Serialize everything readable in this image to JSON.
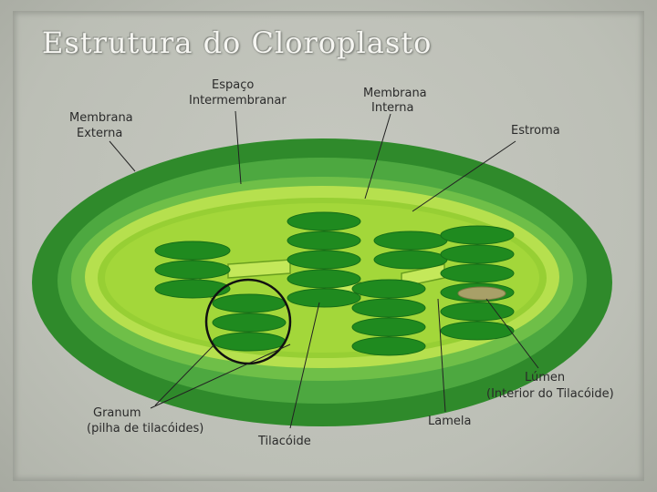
{
  "title": "Estrutura do Cloroplasto",
  "labels": {
    "espaco_line1": "Espaço",
    "espaco_line2": "Intermembranar",
    "membrana_interna_line1": "Membrana",
    "membrana_interna_line2": "Interna",
    "membrana_externa_line1": "Membrana",
    "membrana_externa_line2": "Externa",
    "estroma": "Estroma",
    "lumen_line1": "Lúmen",
    "lumen_line2": "(Interior do Tilacóide)",
    "granum_line1": "Granum",
    "granum_line2": "(pilha de tilacóides)",
    "lamela": "Lamela",
    "tilacoide": "Tilacóide"
  },
  "colors": {
    "outer_membrane": "#2f8a2b",
    "intermembrane": "#4da840",
    "inner_band": "#7dc84f",
    "inner_membrane": "#b6e04e",
    "stroma": "#9fd23a",
    "thylakoid": "#1f8a1f",
    "lumen": "#a8a068"
  }
}
